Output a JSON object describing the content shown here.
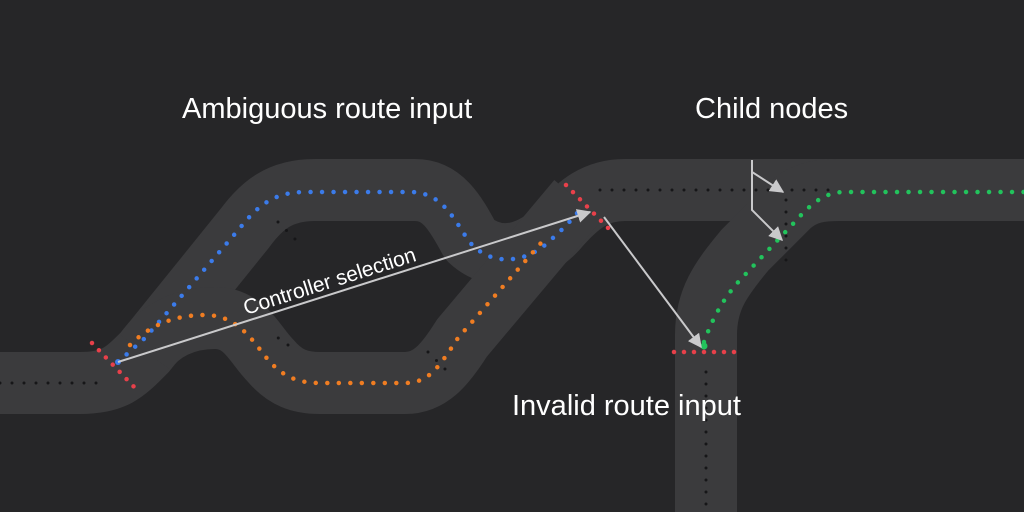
{
  "labels": {
    "ambiguous": "Ambiguous route input",
    "child_nodes": "Child nodes",
    "controller": "Controller selection",
    "invalid": "Invalid route input"
  },
  "colors": {
    "background": "#262628",
    "track": "#3b3b3d",
    "centerline": "#161618",
    "blue_route": "#3b7bea",
    "orange_route": "#f07d22",
    "green_route": "#22c35c",
    "red_marker": "#e8404a",
    "arrow": "#c9c9cb",
    "text": "#ffffff"
  }
}
